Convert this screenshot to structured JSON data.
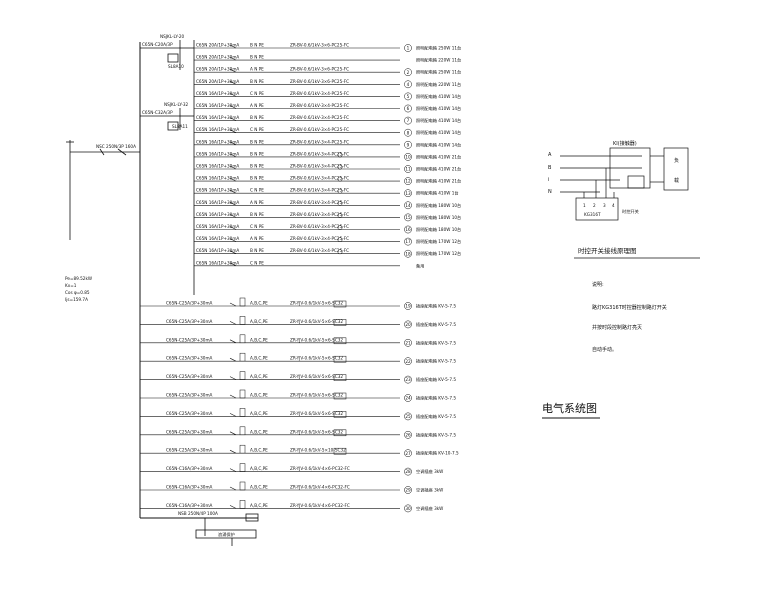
{
  "main_feed": {
    "breaker": "NSC 250N/3P 160A",
    "params": [
      "Pe=89.52kW",
      "Kx=1",
      "Cos φ=0.85",
      "Ijs=159.7A"
    ]
  },
  "sub_feeders": [
    {
      "breaker": "C65N-C20A/3P",
      "mcb": "NSJKL-LY-20",
      "label": "SL8A10"
    },
    {
      "breaker": "C65N-C32A/3P",
      "mcb": "NSJKL-LY-32",
      "label": "SL8A11"
    }
  ],
  "circuits": [
    {
      "breaker": "C65N 20A/1P+30mA",
      "phase": "B N PE",
      "cable": "ZR-BV-0.6/1kV-3×6-PC25-FC",
      "no": "1",
      "load": "照明配电箱 250W 11台"
    },
    {
      "breaker": "C65N 20A/1P+30mA",
      "phase": "B N PE",
      "cable": "",
      "no": "",
      "load": "照明配电箱 220W 11台"
    },
    {
      "breaker": "C65N 20A/1P+30mA",
      "phase": "A N PE",
      "cable": "ZR-BV-0.6/1kV-3×6-PC25-FC",
      "no": "2",
      "load": "照明配电箱 250W 11台"
    },
    {
      "breaker": "C65N 20A/1P+30mA",
      "phase": "B N PE",
      "cable": "ZR-BV-0.6/1kV-3×6-PC25-FC",
      "no": "4",
      "load": "照明配电箱 220W 11台"
    },
    {
      "breaker": "C65N 16A/1P+30mA",
      "phase": "C N PE",
      "cable": "ZR-BV-0.6/1kV-3×4-PC25-FC",
      "no": "5",
      "load": "照明配电箱 410W 14台"
    },
    {
      "breaker": "C65N 16A/1P+30mA",
      "phase": "A N PE",
      "cable": "ZR-BV-0.6/1kV-3×4-PC25-FC",
      "no": "6",
      "load": "照明配电箱 410W 14台"
    },
    {
      "breaker": "C65N 16A/1P+30mA",
      "phase": "B N PE",
      "cable": "ZR-BV-0.6/1kV-3×4-PC25-FC",
      "no": "7",
      "load": "照明配电箱 410W 14台"
    },
    {
      "breaker": "C65N 16A/1P+30mA",
      "phase": "C N PE",
      "cable": "ZR-BV-0.6/1kV-3×4-PC25-FC",
      "no": "8",
      "load": "照明配电箱 410W 14台"
    },
    {
      "breaker": "C65N 16A/1P+30mA",
      "phase": "B N PE",
      "cable": "ZR-BV-0.6/1kV-3×4-PC25-FC",
      "no": "9",
      "load": "照明配电箱 410W 14台"
    },
    {
      "breaker": "C65N 16A/1P+30mA",
      "phase": "B N PE",
      "cable": "ZR-BV-0.6/1kV-3×4-PC25-FC",
      "no": "10",
      "load": "照明配电箱 410W 21台"
    },
    {
      "breaker": "C65N 16A/1P+30mA",
      "phase": "B N PE",
      "cable": "ZR-BV-0.6/1kV-3×4-PC25-FC",
      "no": "11",
      "load": "照明配电箱 410W 21台"
    },
    {
      "breaker": "C65N 16A/1P+30mA",
      "phase": "B N PE",
      "cable": "ZR-BV-0.6/1kV-3×4-PC25-FC",
      "no": "12",
      "load": "照明配电箱 410W 21台"
    },
    {
      "breaker": "C65N 16A/1P+30mA",
      "phase": "C N PE",
      "cable": "ZR-BV-0.6/1kV-3×4-PC25-FC",
      "no": "13",
      "load": "照明配电箱 410W 1台"
    },
    {
      "breaker": "C65N 16A/1P+30mA",
      "phase": "A N PE",
      "cable": "ZR-BV-0.6/1kV-3×4-PC25-FC",
      "no": "14",
      "load": "照明配电箱 180W 10台"
    },
    {
      "breaker": "C65N 16A/1P+30mA",
      "phase": "B N PE",
      "cable": "ZR-BV-0.6/1kV-3×4-PC25-FC",
      "no": "15",
      "load": "照明配电箱 180W 10台"
    },
    {
      "breaker": "C65N 16A/1P+30mA",
      "phase": "C N PE",
      "cable": "ZR-BV-0.6/1kV-3×4-PC25-FC",
      "no": "16",
      "load": "照明配电箱 180W 10台"
    },
    {
      "breaker": "C65N 16A/1P+30mA",
      "phase": "A N PE",
      "cable": "ZR-BV-0.6/1kV-3×4-PC25-FC",
      "no": "17",
      "load": "照明配电箱 170W 12台"
    },
    {
      "breaker": "C65N 16A/1P+30mA",
      "phase": "B N PE",
      "cable": "ZR-BV-0.6/1kV-3×4-PC25-FC",
      "no": "18",
      "load": "照明配电箱 170W 12台"
    },
    {
      "breaker": "C65N 16A/1P+30mA",
      "phase": "C N PE",
      "cable": "",
      "no": "",
      "load": "备用"
    },
    {
      "breaker": "C65N-C25A/3P+30mA",
      "phase": "A,B,C,PE",
      "cable": "ZR-YJV-0.6/1kV-5×6-SC32",
      "no": "19",
      "load": "插座配电箱 KV-5-7.5"
    },
    {
      "breaker": "C65N-C25A/3P+30mA",
      "phase": "A,B,C,PE",
      "cable": "ZR-YJV-0.6/1kV-5×6-SC32",
      "no": "20",
      "load": "插座配电箱 KV-5-7.5"
    },
    {
      "breaker": "C65N-C25A/3P+30mA",
      "phase": "A,B,C,PE",
      "cable": "ZR-YJV-0.6/1kV-5×6-SC32",
      "no": "21",
      "load": "插座配电箱 KV-5-7.5"
    },
    {
      "breaker": "C65N-C25A/3P+30mA",
      "phase": "A,B,C,PE",
      "cable": "ZR-YJV-0.6/1kV-5×6-SC32",
      "no": "22",
      "load": "插座配电箱 KV-5-7.5"
    },
    {
      "breaker": "C65N-C25A/3P+30mA",
      "phase": "A,B,C,PE",
      "cable": "ZR-YJV-0.6/1kV-5×6-SC32",
      "no": "23",
      "load": "插座配电箱 KV-5-7.5"
    },
    {
      "breaker": "C65N-C25A/3P+30mA",
      "phase": "A,B,C,PE",
      "cable": "ZR-YJV-0.6/1kV-5×6-SC32",
      "no": "24",
      "load": "插座配电箱 KV-5-7.5"
    },
    {
      "breaker": "C65N-C25A/3P+30mA",
      "phase": "A,B,C,PE",
      "cable": "ZR-YJV-0.6/1kV-5×6-SC32",
      "no": "25",
      "load": "插座配电箱 KV-5-7.5"
    },
    {
      "breaker": "C65N-C25A/3P+30mA",
      "phase": "A,B,C,PE",
      "cable": "ZR-YJV-0.6/1kV-5×6-SC32",
      "no": "26",
      "load": "插座配电箱 KV-5-7.5"
    },
    {
      "breaker": "C65N-C25A/3P+30mA",
      "phase": "A,B,C,PE",
      "cable": "ZR-YJV-0.6/1kV-5×10-SC32",
      "no": "27",
      "load": "插座配电箱 KV-10-7.5"
    },
    {
      "breaker": "C65N-C16A/3P+30mA",
      "phase": "A,B,C,PE",
      "cable": "ZR-YJV-0.6/1kV-4×6-PC32-FC",
      "no": "28",
      "load": "空调插座 3kW"
    },
    {
      "breaker": "C65N-C16A/3P+30mA",
      "phase": "A,B,C,PE",
      "cable": "ZR-YJV-0.6/1kV-4×6-PC32-FC",
      "no": "29",
      "load": "空调插座 3kW"
    },
    {
      "breaker": "C65N-C16A/3P+30mA",
      "phase": "A,B,C,PE",
      "cable": "ZR-YJV-0.6/1kV-4×6-PC32-FC",
      "no": "30",
      "load": "空调插座 3kW"
    }
  ],
  "spd": {
    "breaker": "NSB 250N/4P 100A",
    "label": "浪涌保护"
  },
  "time_switch": {
    "title": "时控开关接线原理图",
    "device": "KG316T",
    "contactor": "KI(接触器)",
    "lines": [
      "A",
      "B",
      "i",
      "N"
    ],
    "load_label": [
      "负",
      "载"
    ],
    "switch_label": "时控开关",
    "terminals": [
      "1",
      "2",
      "3",
      "4"
    ]
  },
  "notes": {
    "heading": "说明:",
    "lines": [
      "路灯KG316T时控器控制路灯开关",
      "并按时段控制路灯亮灭",
      "自动手动。"
    ]
  },
  "drawing_title": "电气系统图"
}
